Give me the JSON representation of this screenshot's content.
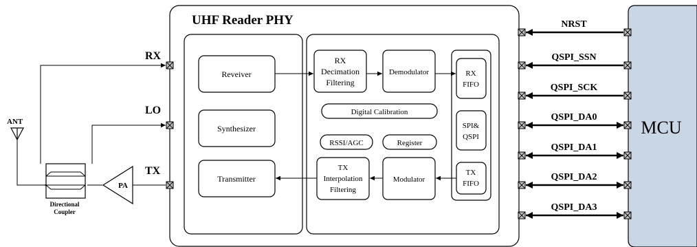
{
  "phy": {
    "title": "UHF Reader PHY"
  },
  "analog_blocks": {
    "receiver": "Reveiver",
    "synthesizer": "Synthesizer",
    "transmitter": "Transmitter"
  },
  "digital_blocks": {
    "rx_filter": [
      "RX",
      "Decimation",
      "Filtering"
    ],
    "demodulator": "Demodulator",
    "rx_fifo": [
      "RX",
      "FIFO"
    ],
    "digital_calibration": "Digital Calibration",
    "spi_qspi": [
      "SPI&",
      "QSPI"
    ],
    "rssi_agc": "RSSI/AGC",
    "register": "Register",
    "tx_filter": [
      "TX",
      "Interpolation",
      "Filtering"
    ],
    "modulator": "Modulator",
    "tx_fifo": [
      "TX",
      "FIFO"
    ]
  },
  "rf_pins": {
    "rx": "RX",
    "lo": "LO",
    "tx": "TX"
  },
  "frontend": {
    "antenna": "ANT",
    "pa": "PA",
    "coupler": [
      "Directional",
      "Coupler"
    ]
  },
  "mcu": {
    "label": "MCU",
    "fill": "#c9d6e6"
  },
  "signals": [
    "NRST",
    "QSPI_SSN",
    "QSPI_SCK",
    "QSPI_DA0",
    "QSPI_DA1",
    "QSPI_DA2",
    "QSPI_DA3"
  ]
}
